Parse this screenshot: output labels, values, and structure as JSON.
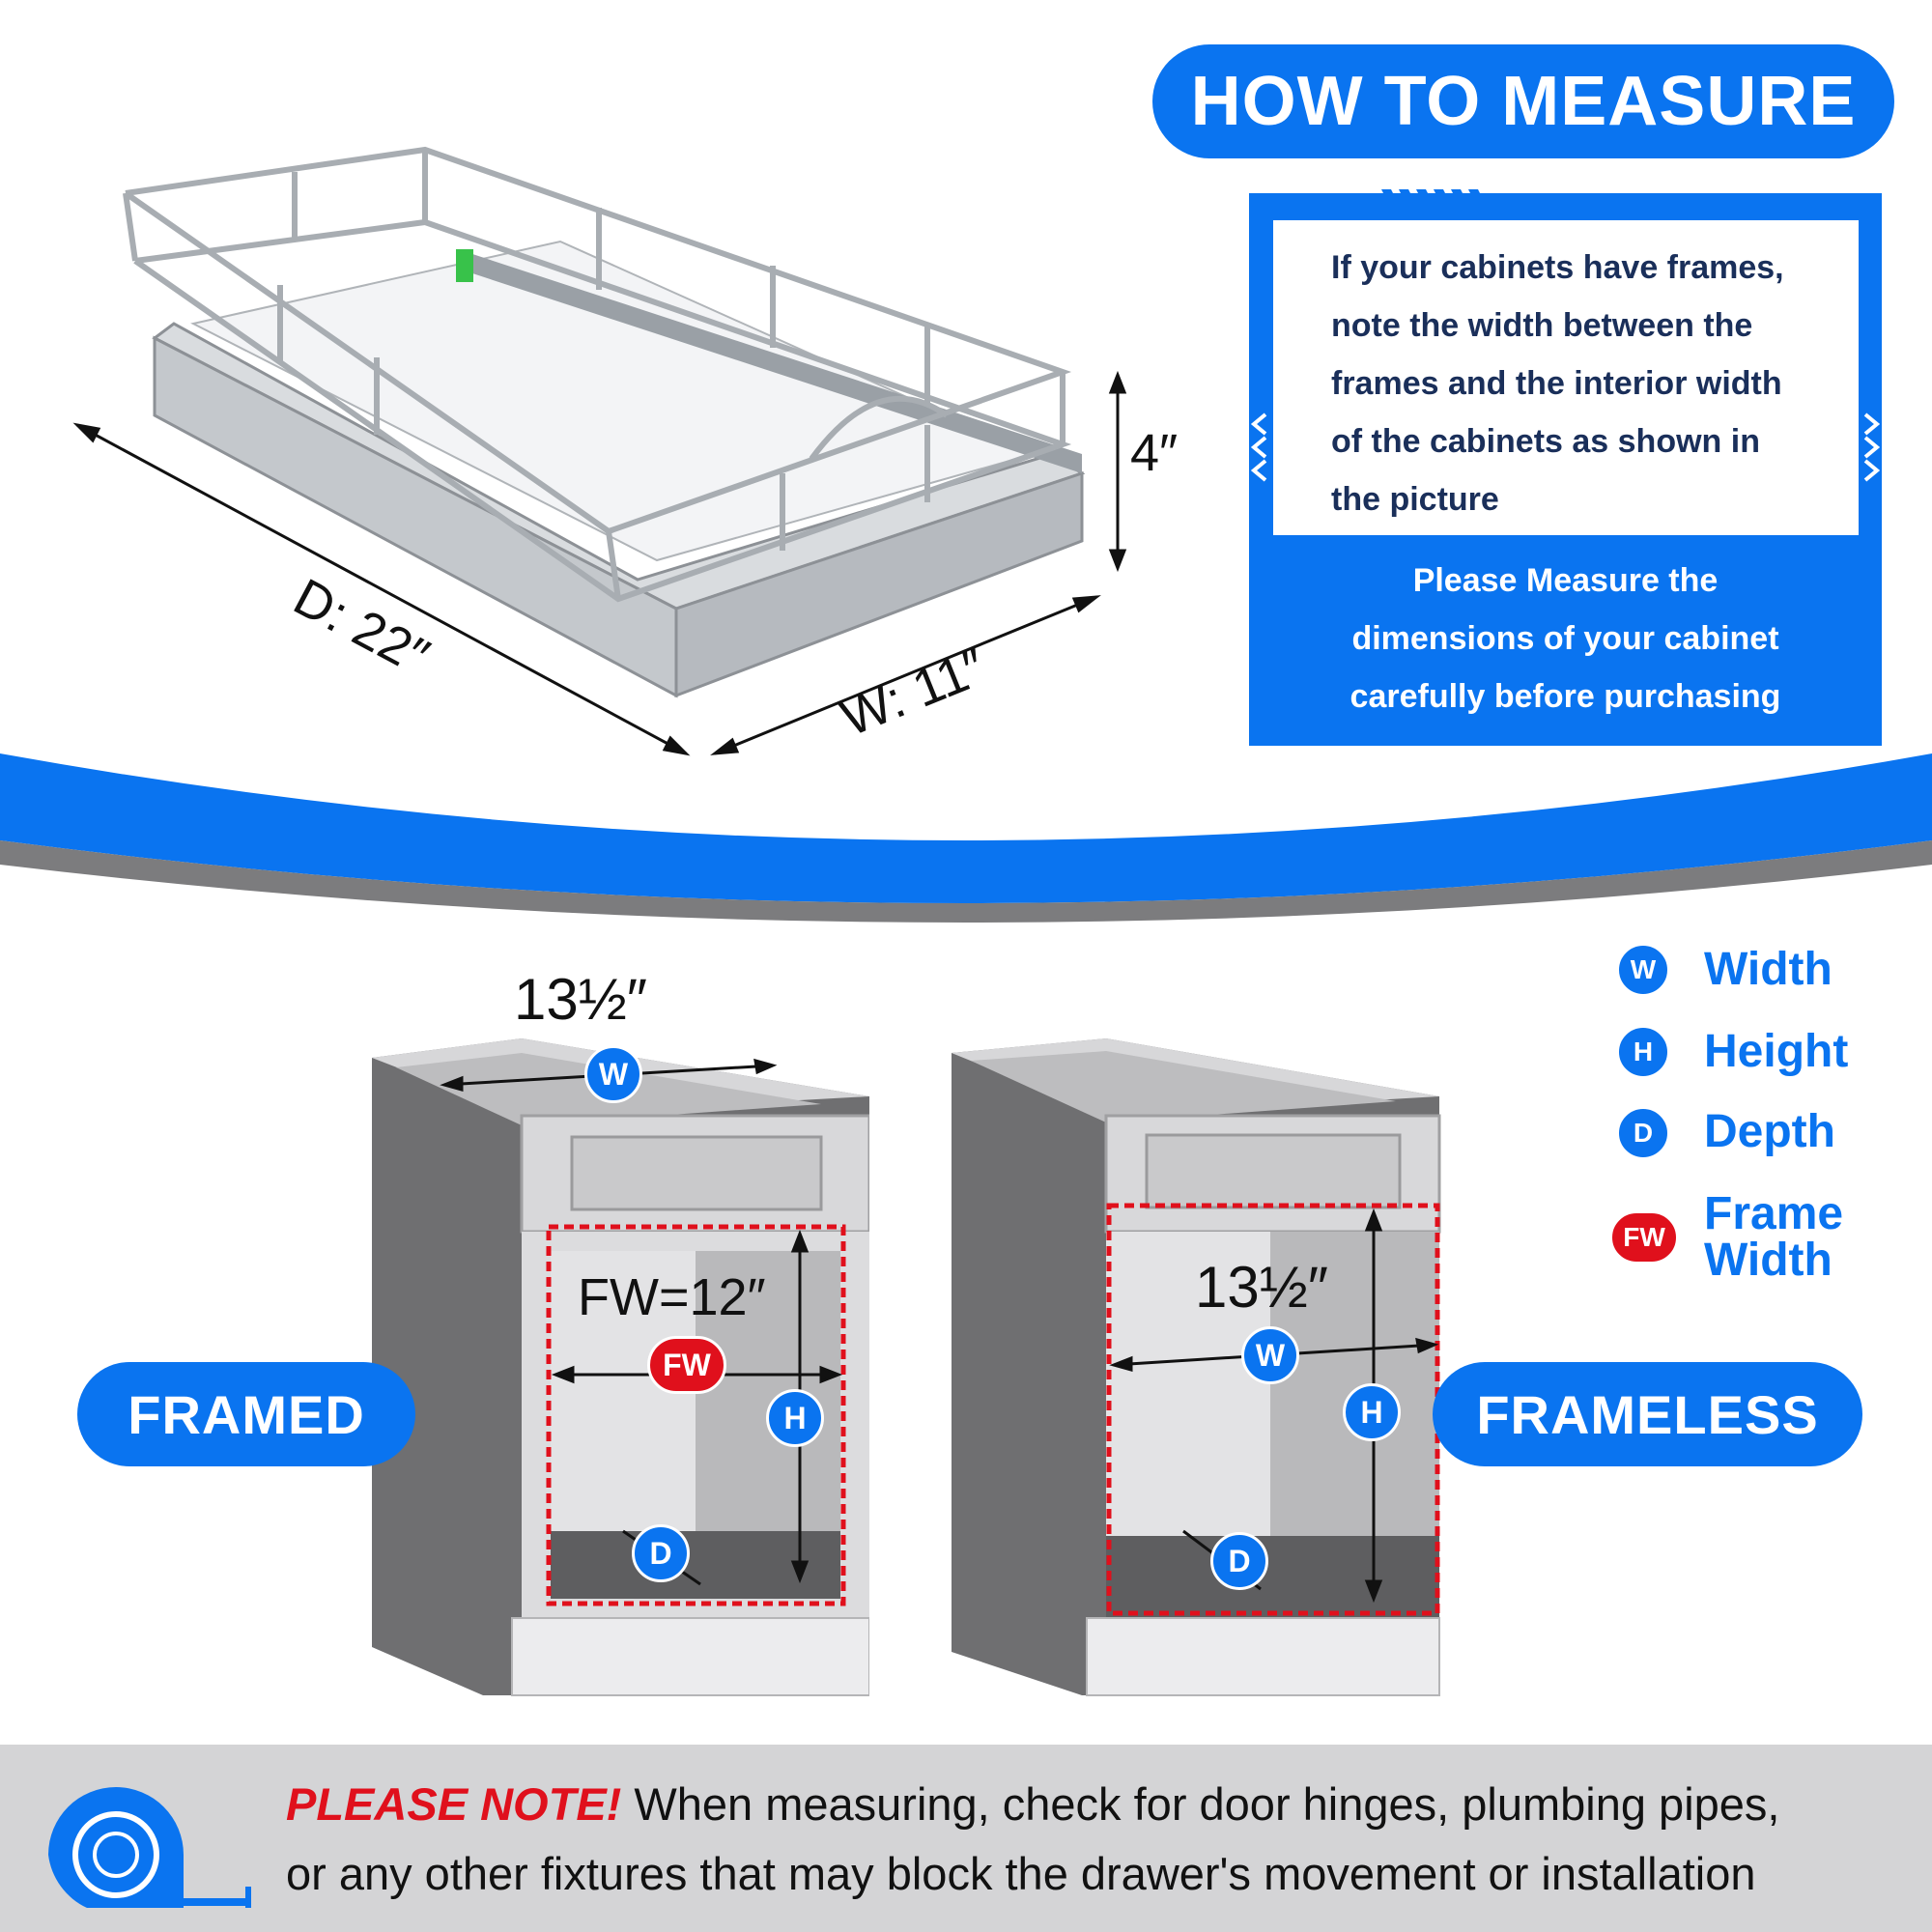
{
  "header": {
    "title": "HOW TO MEASURE"
  },
  "info_box": {
    "lines": [
      "If your cabinets have frames,",
      "note the width between the",
      "frames and the interior width",
      "of the cabinets as shown in",
      "the picture"
    ]
  },
  "advice": {
    "lines": [
      "Please Measure the",
      "dimensions of your cabinet",
      "carefully before purchasing"
    ]
  },
  "drawer_dimensions": {
    "depth": "D: 22″",
    "width": "W: 11″",
    "height": "4″"
  },
  "legend": {
    "items": [
      {
        "badge": "W",
        "label": "Width"
      },
      {
        "badge": "H",
        "label": "Height"
      },
      {
        "badge": "D",
        "label": "Depth"
      },
      {
        "badge": "FW",
        "label_line1": "Frame",
        "label_line2": "Width"
      }
    ]
  },
  "framed": {
    "label": "FRAMED",
    "top_width": "13½″",
    "frame_width": "FW=12″",
    "badges": {
      "w": "W",
      "fw": "FW",
      "h": "H",
      "d": "D"
    }
  },
  "frameless": {
    "label": "FRAMELESS",
    "interior_width": "13½″",
    "badges": {
      "w": "W",
      "h": "H",
      "d": "D"
    }
  },
  "note": {
    "emphasis": "PLEASE NOTE!",
    "line1": "When measuring, check for door hinges, plumbing pipes,",
    "line2": "or any other fixtures that may block the drawer's movement or installation"
  },
  "colors": {
    "brand_blue": "#0a74f0",
    "alert_red": "#e0101c",
    "cabinet_gray": "#7a7a7a"
  }
}
